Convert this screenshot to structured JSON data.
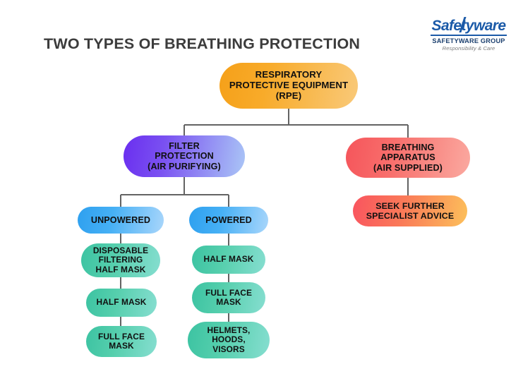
{
  "page": {
    "title": "TWO TYPES OF BREATHING PROTECTION",
    "background_color": "#ffffff",
    "title_color": "#3c3c3c"
  },
  "logo": {
    "wordmark": "Safetyware",
    "group_line": "SAFETYWARE GROUP",
    "tagline": "Responsibility & Care",
    "brand_color": "#1b5aa8"
  },
  "diagram": {
    "type": "flowchart",
    "root": {
      "id": "rpe",
      "label": "RESPIRATORY\nPROTECTIVE EQUIPMENT\n(RPE)",
      "line1": "RESPIRATORY",
      "line2": "PROTECTIVE EQUIPMENT",
      "line3": "(RPE)",
      "gradient_from": "#f5a019",
      "gradient_to": "#f9c979"
    },
    "branches": [
      {
        "id": "filter-protection",
        "line1": "FILTER",
        "line2": "PROTECTION",
        "line3": "(AIR PURIFYING)",
        "gradient_from": "#6a2ef0",
        "gradient_to": "#aac6f6",
        "children": [
          {
            "id": "unpowered",
            "label": "UNPOWERED",
            "gradient_from": "#2ea0ef",
            "gradient_to": "#a9d6fb",
            "items": [
              {
                "id": "disposable-filtering-half-mask",
                "line1": "DISPOSABLE",
                "line2": "FILTERING",
                "line3": "HALF MASK"
              },
              {
                "id": "half-mask",
                "line1": "HALF MASK",
                "line2": "",
                "line3": ""
              },
              {
                "id": "full-face-mask",
                "line1": "FULL FACE",
                "line2": "MASK",
                "line3": ""
              }
            ]
          },
          {
            "id": "powered",
            "label": "POWERED",
            "gradient_from": "#2ea0ef",
            "gradient_to": "#a9d6fb",
            "items": [
              {
                "id": "half-mask",
                "line1": "HALF MASK",
                "line2": "",
                "line3": ""
              },
              {
                "id": "full-face-mask",
                "line1": "FULL FACE",
                "line2": "MASK",
                "line3": ""
              },
              {
                "id": "helmets-hoods-visors",
                "line1": "HELMETS,",
                "line2": "HOODS,",
                "line3": "VISORS"
              }
            ]
          }
        ]
      },
      {
        "id": "breathing-apparatus",
        "line1": "BREATHING",
        "line2": "APPARATUS",
        "line3": "(AIR SUPPLIED)",
        "gradient_from": "#f5555b",
        "gradient_to": "#faa9a0",
        "children": [
          {
            "id": "seek-further-specialist-advice",
            "line1": "SEEK FURTHER",
            "line2": "SPECIALIST ADVICE",
            "gradient_from": "#f9545f",
            "gradient_to": "#fcc05a"
          }
        ]
      }
    ],
    "connector_color": "#636363",
    "leaf_gradient_from": "#3cc3a2",
    "leaf_gradient_to": "#86ded0"
  }
}
